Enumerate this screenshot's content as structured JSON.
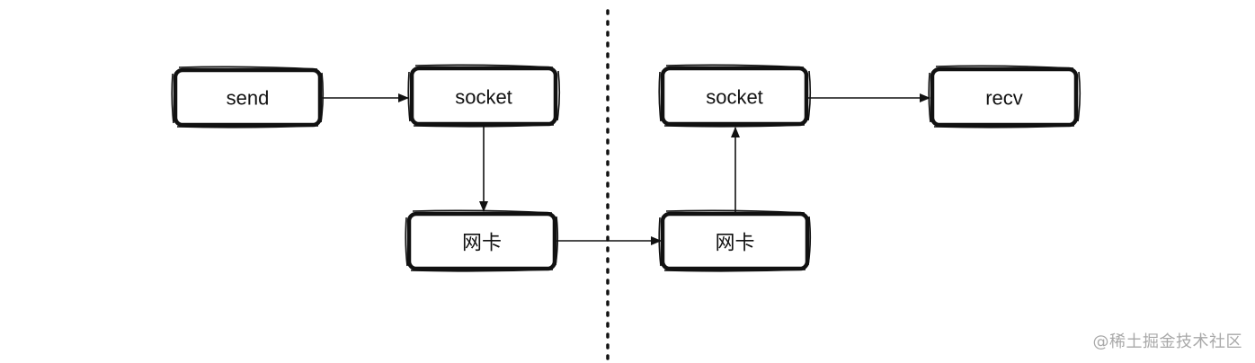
{
  "diagram": {
    "sender_nodes": {
      "send": "send",
      "socket": "socket",
      "nic": "网卡"
    },
    "receiver_nodes": {
      "nic": "网卡",
      "socket": "socket",
      "recv": "recv"
    }
  },
  "watermark": "@稀土掘金技术社区"
}
